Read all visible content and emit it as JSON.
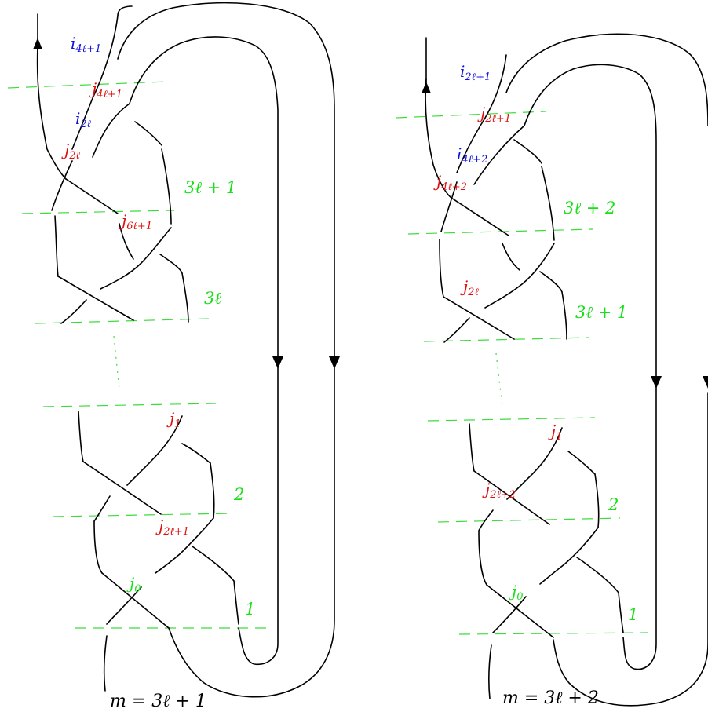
{
  "left_panel": {
    "caption": "m = 3ℓ + 1",
    "labels": {
      "i_top": {
        "base": "i",
        "sub": "4ℓ+1"
      },
      "j_top": {
        "base": "j",
        "sub": "4ℓ+1"
      },
      "i_mid": {
        "base": "i",
        "sub": "2ℓ"
      },
      "j_mid": {
        "base": "j",
        "sub": "2ℓ"
      },
      "j_low": {
        "base": "j",
        "sub": "6ℓ+1"
      },
      "j_one": {
        "base": "j",
        "sub": "1"
      },
      "j_two": {
        "base": "j",
        "sub": "2ℓ+1"
      },
      "j_zero": {
        "base": "j",
        "sub": "0"
      }
    },
    "levels": [
      "3ℓ + 1",
      "3ℓ",
      "2",
      "1"
    ]
  },
  "right_panel": {
    "caption": "m = 3ℓ + 2",
    "labels": {
      "i_top": {
        "base": "i",
        "sub": "2ℓ+1"
      },
      "j_top": {
        "base": "j",
        "sub": "2ℓ+1"
      },
      "i_mid": {
        "base": "i",
        "sub": "4ℓ+2"
      },
      "j_mid": {
        "base": "j",
        "sub": "4ℓ+2"
      },
      "j_low": {
        "base": "j",
        "sub": "2ℓ"
      },
      "j_one": {
        "base": "j",
        "sub": "1"
      },
      "j_two": {
        "base": "j",
        "sub": "2ℓ+2"
      },
      "j_zero": {
        "base": "j",
        "sub": "0"
      }
    },
    "levels": [
      "3ℓ + 2",
      "3ℓ + 1",
      "2",
      "1"
    ]
  },
  "colors": {
    "i_labels": "#1010e0",
    "j_labels": "#e01010",
    "levels": "#19e019",
    "strands": "#000000"
  }
}
